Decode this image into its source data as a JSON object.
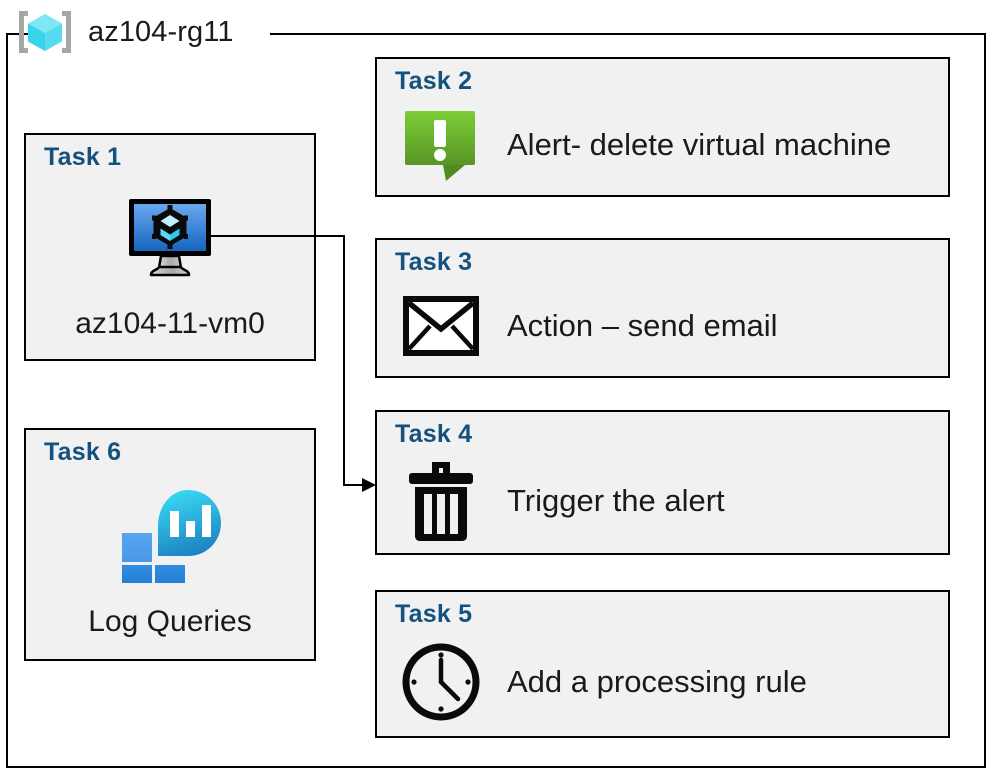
{
  "resource_group": {
    "name": "az104-rg11",
    "icon": "azure-resource-group-icon"
  },
  "tasks": [
    {
      "id": "task1",
      "title": "Task 1",
      "label": "az104-11-vm0",
      "icon": "azure-virtual-machine-icon",
      "column": "left"
    },
    {
      "id": "task2",
      "title": "Task 2",
      "label": "Alert- delete virtual machine",
      "icon": "alert-exclamation-icon",
      "column": "right"
    },
    {
      "id": "task3",
      "title": "Task 3",
      "label": "Action – send email",
      "icon": "envelope-icon",
      "column": "right"
    },
    {
      "id": "task4",
      "title": "Task 4",
      "label": "Trigger the alert",
      "icon": "trash-can-icon",
      "column": "right"
    },
    {
      "id": "task5",
      "title": "Task 5",
      "label": "Add a processing rule",
      "icon": "clock-icon",
      "column": "right"
    },
    {
      "id": "task6",
      "title": "Task 6",
      "label": "Log Queries",
      "icon": "azure-log-analytics-icon",
      "column": "left"
    }
  ],
  "connector": {
    "from": "task1",
    "to": "task4",
    "style": "elbow-arrow"
  },
  "colors": {
    "task_title": "#14527d",
    "card_fill": "#f1f1f1",
    "card_border": "#000000",
    "alert_green_light": "#77c832",
    "alert_green_dark": "#5c9a28",
    "vm_screen_light": "#5b9be8",
    "vm_screen_dark": "#1565c0",
    "log_analytics_cyan": "#32d0f0",
    "log_analytics_blue": "#1b7fc0",
    "resource_group_cyan": "#37d4ec",
    "bracket_gray": "#a6a6a6",
    "text": "#1a1a1a"
  }
}
